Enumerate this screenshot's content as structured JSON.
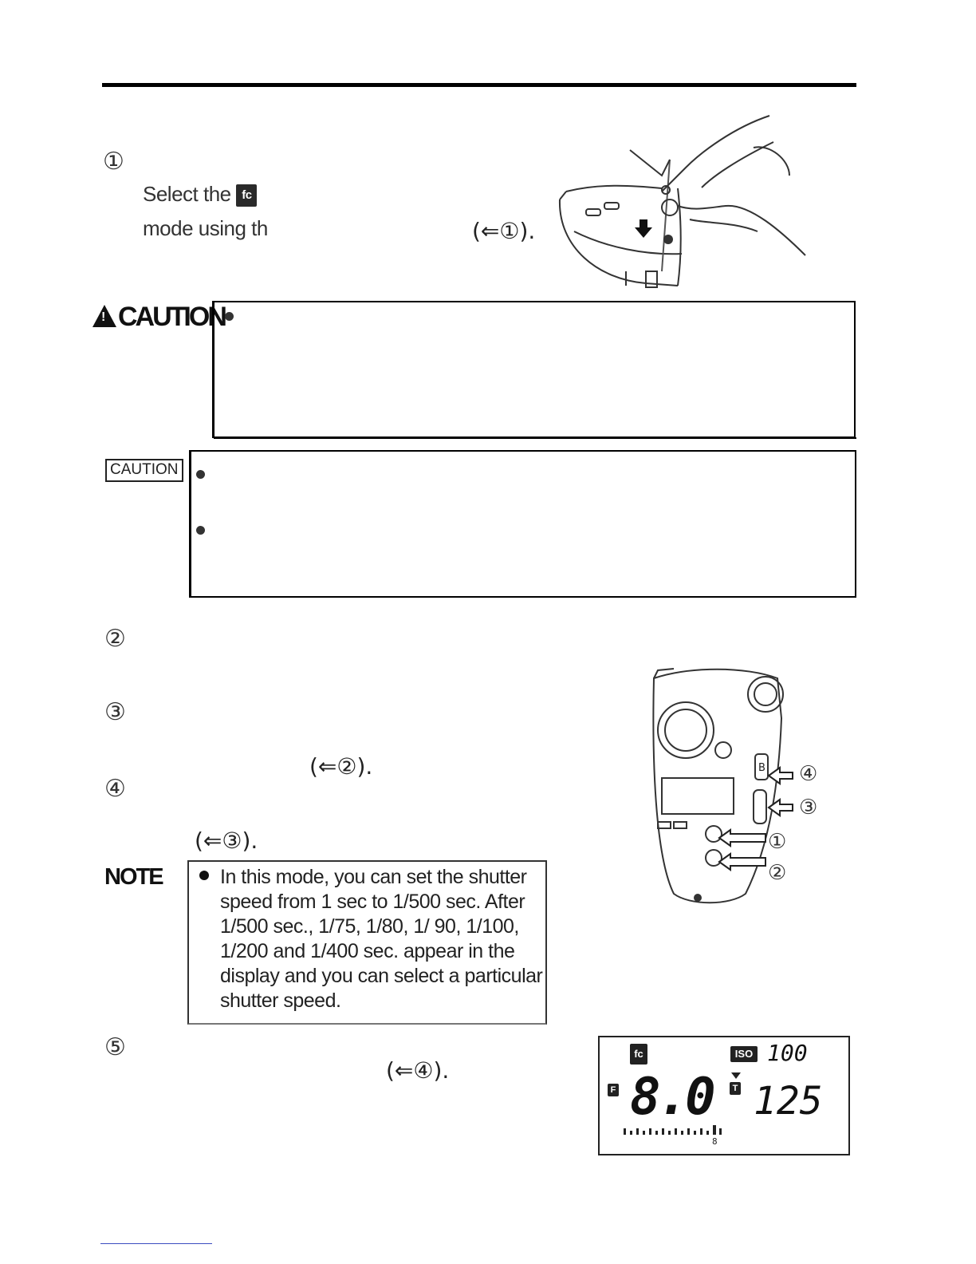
{
  "steps": {
    "s1": {
      "num": "①",
      "line1": "Select the",
      "line2": "mode using th",
      "ref": "(⇐①)."
    },
    "s2": {
      "num": "②"
    },
    "s3": {
      "num": "③",
      "ref": "(⇐②)."
    },
    "s4": {
      "num": "④",
      "ref": "(⇐③)."
    },
    "s5": {
      "num": "⑤",
      "ref": "(⇐④)."
    }
  },
  "mode_icon": "fc",
  "caution_big": {
    "label": "CAUTION"
  },
  "caution_small": {
    "label": "CAUTION"
  },
  "note": {
    "label": "NOTE",
    "text": "In this mode, you can set the shutter speed from 1 sec to 1/500 sec.  After 1/500 sec., 1/75, 1/80, 1/ 90, 1/100, 1/200 and 1/400 sec. appear in the display and you can select a particular shutter speed."
  },
  "meter_callouts": [
    "④",
    "③",
    "①",
    "②"
  ],
  "lcd": {
    "mode": "fc",
    "iso_label": "ISO",
    "iso_value": "100",
    "f_label": "F",
    "aperture": "8.0",
    "t_label": "T",
    "shutter": "125",
    "scale_mark": "8"
  }
}
